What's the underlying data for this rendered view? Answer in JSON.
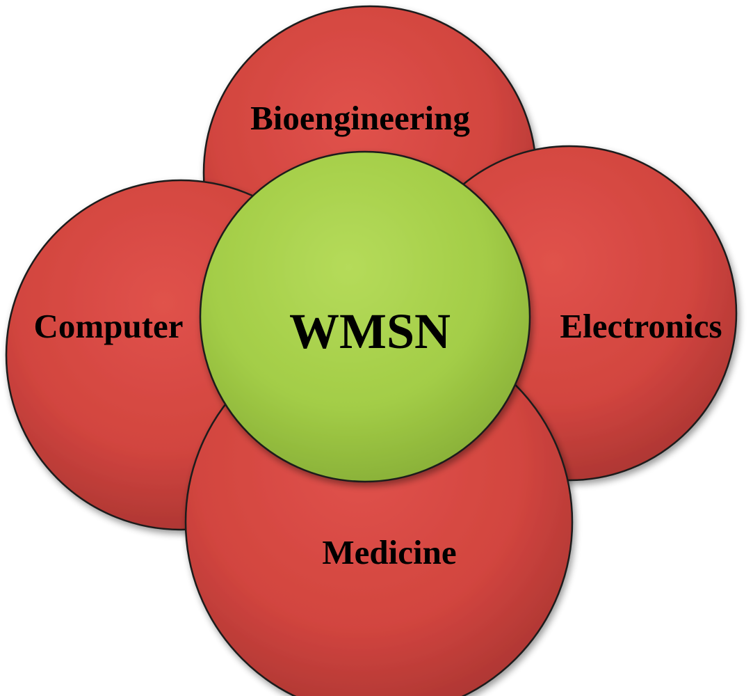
{
  "diagram": {
    "center": {
      "label": "WMSN",
      "color": "#a5cf49"
    },
    "outer": [
      {
        "id": "top",
        "label": "Bioengineering"
      },
      {
        "id": "left",
        "label": "Computer"
      },
      {
        "id": "right",
        "label": "Electronics"
      },
      {
        "id": "bottom",
        "label": "Medicine"
      }
    ],
    "outer_color": "#d64b44",
    "stroke_color": "#1a1a1a"
  }
}
